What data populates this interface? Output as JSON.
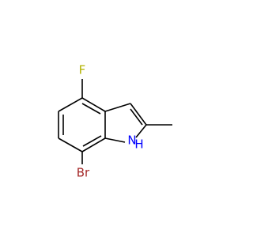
{
  "molecule": {
    "atoms": {
      "fluorine": {
        "label": "F",
        "color": "#b3b300"
      },
      "bromine": {
        "label": "Br",
        "color": "#a52a2a"
      },
      "nitrogen": {
        "label": "N",
        "color": "#0000ff"
      },
      "nitrogen_hydrogen": {
        "label": "H",
        "color": "#0000ff"
      }
    },
    "bond_color": "#000000",
    "background": "#ffffff"
  }
}
